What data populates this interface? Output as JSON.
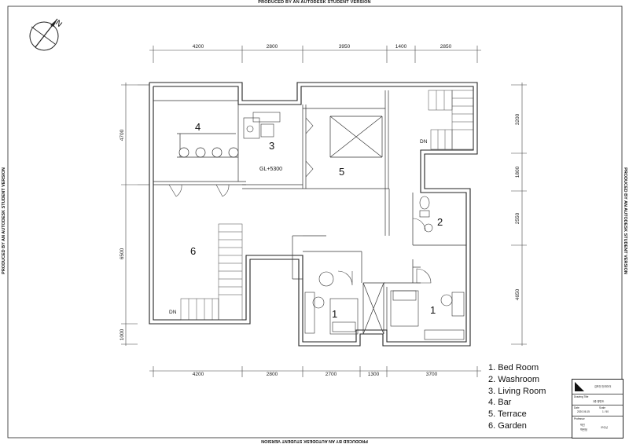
{
  "watermark": "PRODUCED BY AN AUTODESK STUDENT VERSION",
  "north_label": "N",
  "dims_top": [
    "4200",
    "2800",
    "3950",
    "1400",
    "2850"
  ],
  "dims_bottom": [
    "4200",
    "2800",
    "2700",
    "1300",
    "3700"
  ],
  "dims_left": [
    "4700",
    "6500",
    "1000"
  ],
  "dims_right": [
    "3200",
    "1800",
    "2550",
    "4650"
  ],
  "rooms": {
    "bar": "4",
    "living": "3",
    "terrace": "5",
    "garden": "6",
    "washroom": "2",
    "bed_a": "1",
    "bed_b": "1"
  },
  "level_mark": "GL+5300",
  "stair_labels": {
    "garden_stair": "DN",
    "upper_stair": "DN"
  },
  "legend": [
    "1. Bed Room",
    "2. Washroom",
    "3. Living Room",
    "4. Bar",
    "5. Terrace",
    "6. Garden"
  ],
  "title_block": {
    "school": "김포전 전리아이",
    "drawing_title_label": "Drawing Title",
    "drawing_title": "2층 평면도",
    "date_label": "Date",
    "date": "2020.06.15",
    "scale_label": "Scale",
    "scale": "1 / 50",
    "professor_label": "Professor",
    "student": "박진",
    "name": "학번정",
    "grade": "교수님"
  }
}
